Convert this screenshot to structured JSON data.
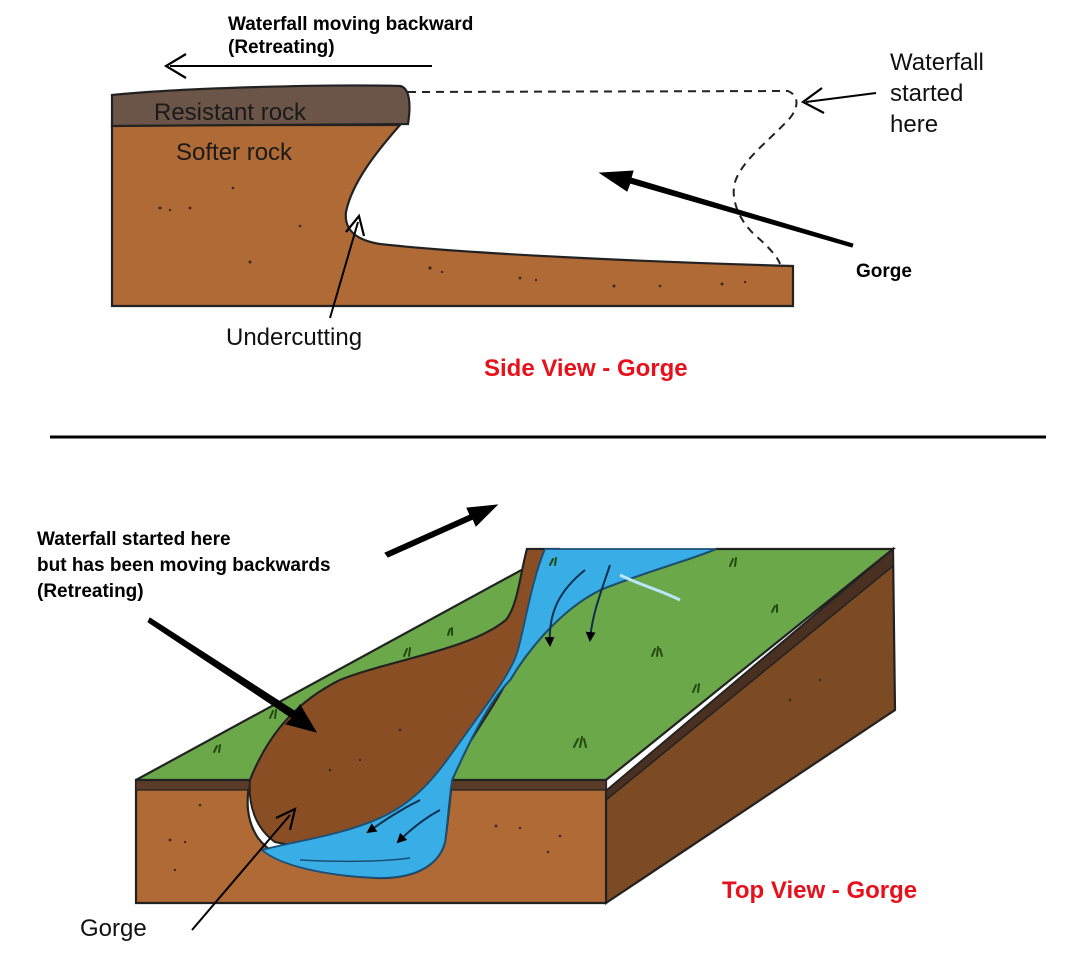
{
  "colors": {
    "resistant_rock": "#6b5548",
    "soft_rock": "#b06a35",
    "soil_dark": "#7c4a23",
    "grass": "#6aa84a",
    "water": "#39aee6",
    "title_red": "#e8101a"
  },
  "side_view": {
    "retreat_label_line1": "Waterfall moving backward",
    "retreat_label_line2": "(Retreating)",
    "resistant_rock_label": "Resistant rock",
    "softer_rock_label": "Softer rock",
    "start_label_line1": "Waterfall",
    "start_label_line2": "started",
    "start_label_line3": "here",
    "gorge_label": "Gorge",
    "undercutting_label": "Undercutting",
    "title": "Side View - Gorge"
  },
  "top_view": {
    "start_label_line1": "Waterfall started here",
    "start_label_line2": "but has been moving backwards",
    "start_label_line3": "(Retreating)",
    "gorge_label": "Gorge",
    "title": "Top View - Gorge"
  }
}
